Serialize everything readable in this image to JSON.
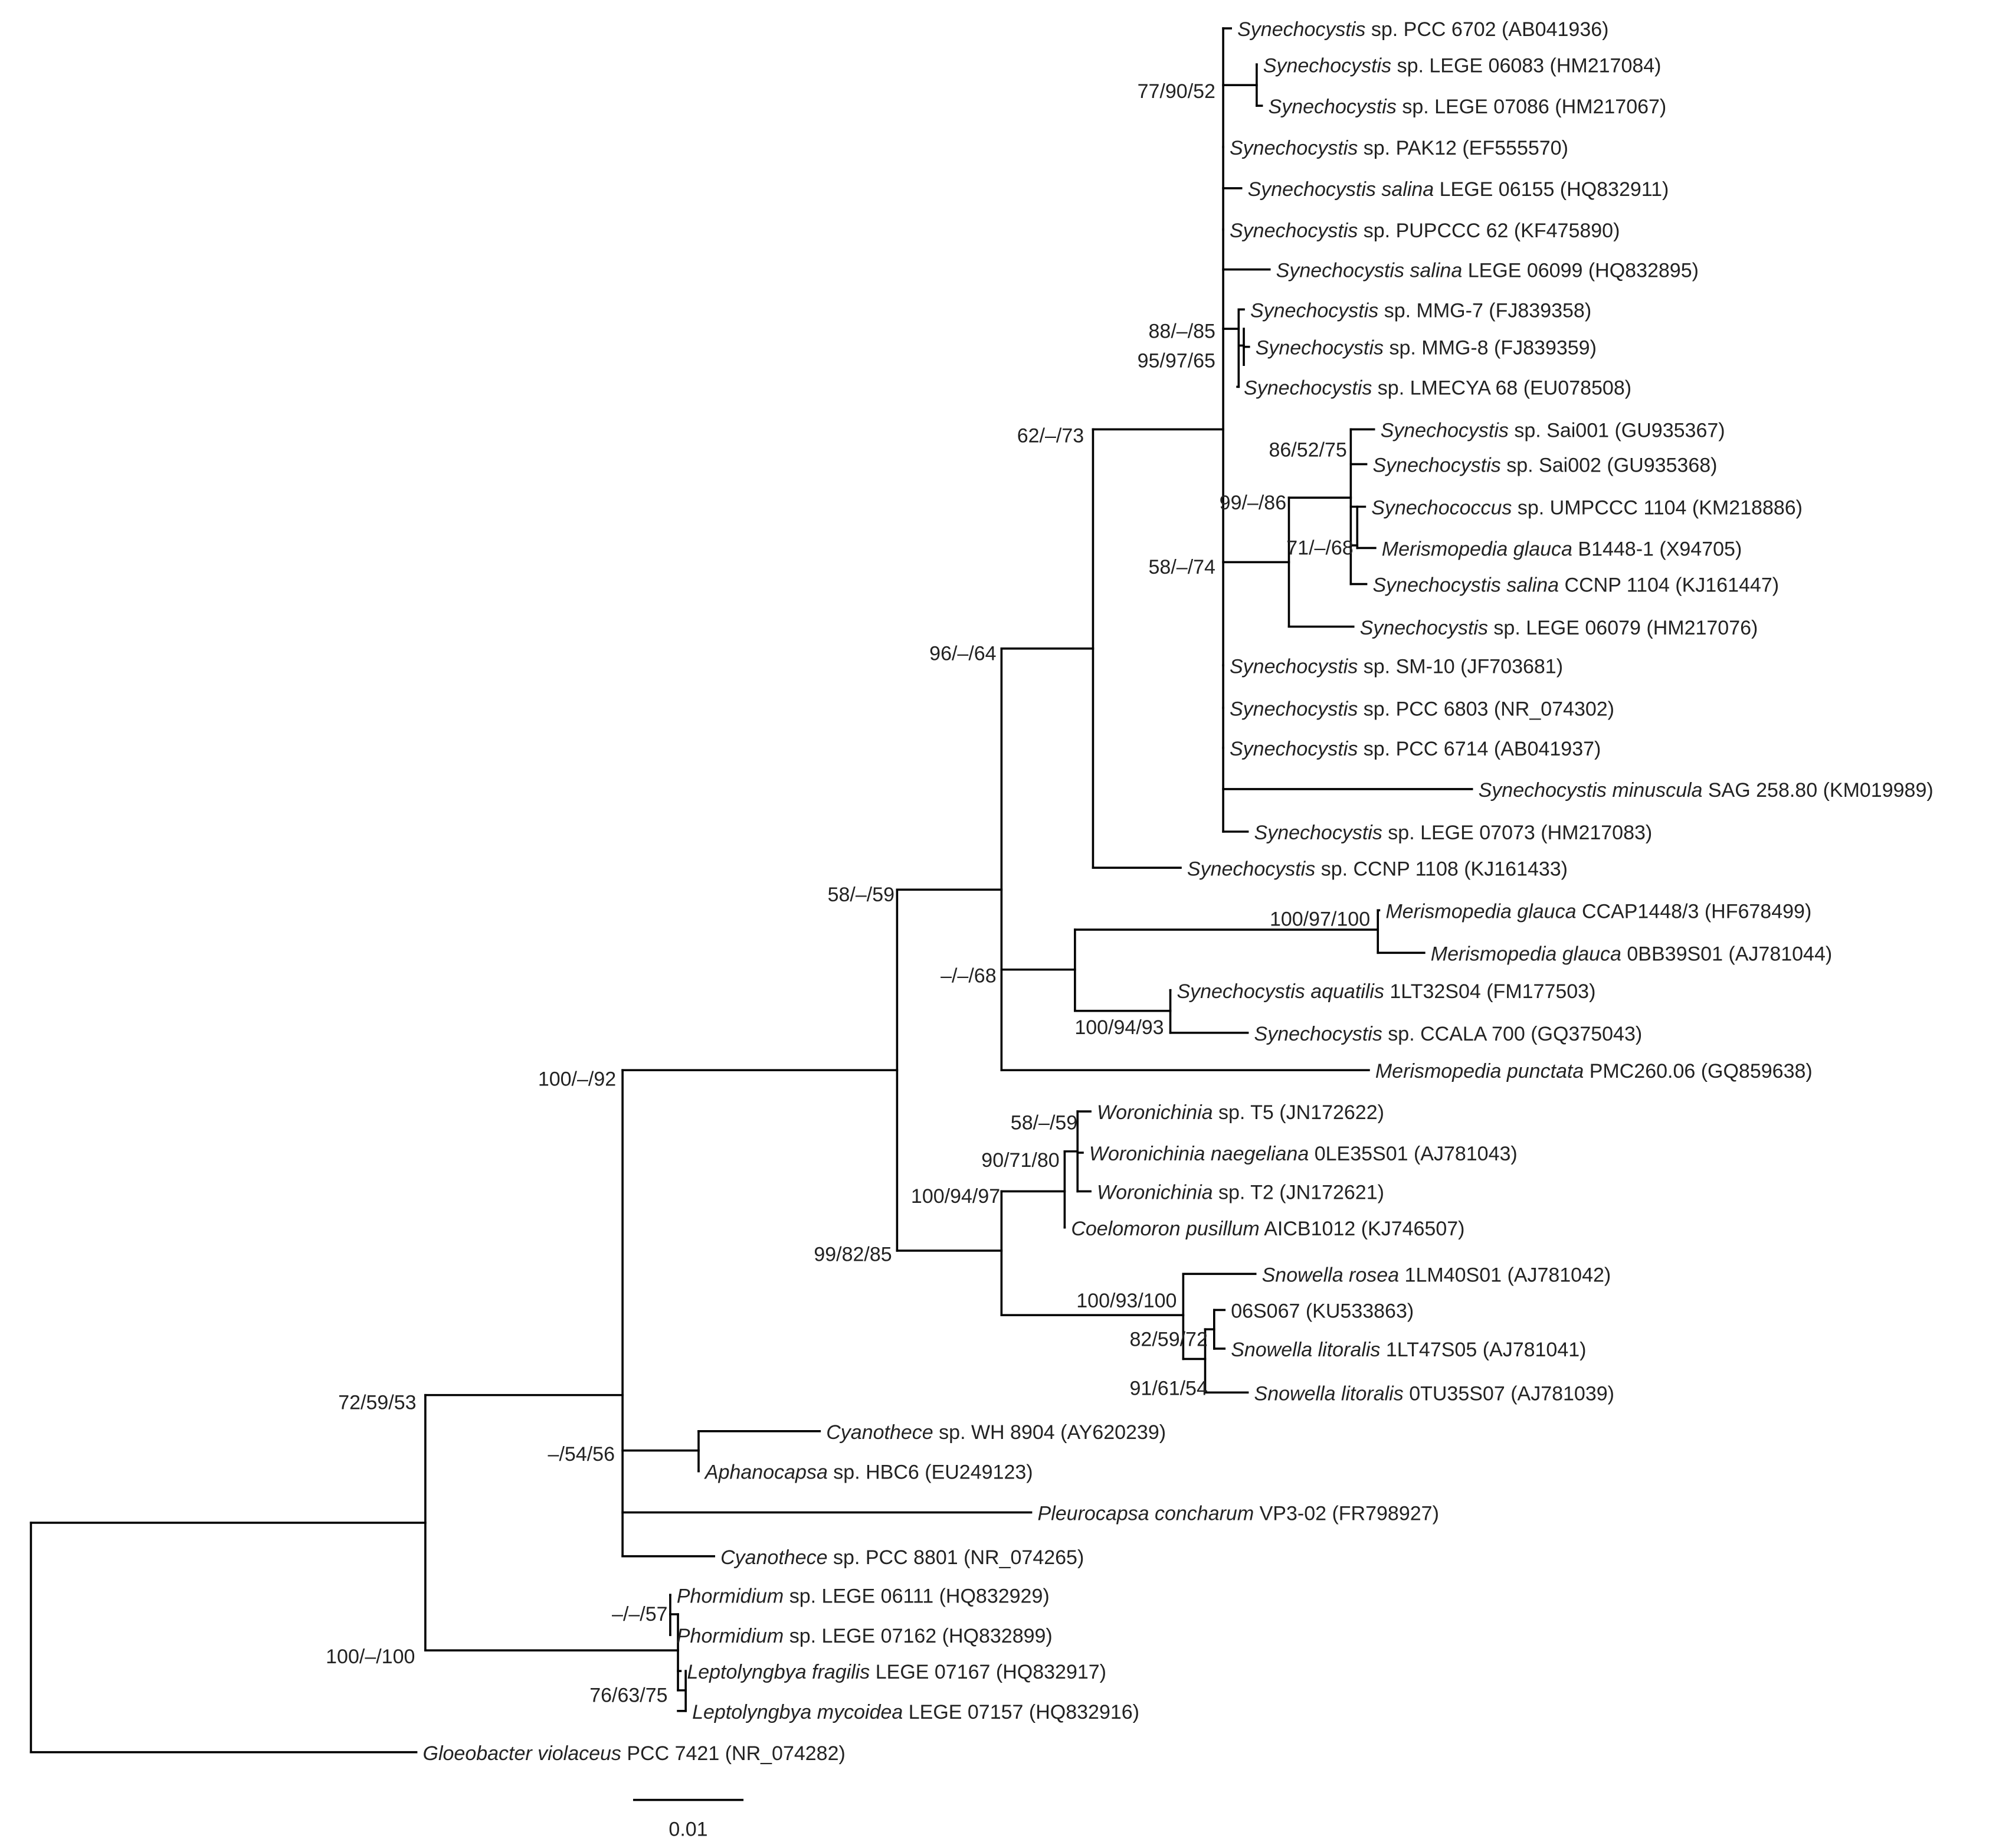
{
  "tree": {
    "scale_bar_label": "0.01",
    "supports": [
      {
        "id": "s_syn_top",
        "text": "77/90/52"
      },
      {
        "id": "s_mmg_a",
        "text": "88/–/85"
      },
      {
        "id": "s_mmg_b",
        "text": "95/97/65"
      },
      {
        "id": "s_62",
        "text": "62/–/73"
      },
      {
        "id": "s_sai",
        "text": "86/52/75"
      },
      {
        "id": "s_99",
        "text": "99/–/86"
      },
      {
        "id": "s_71",
        "text": "71/–/68"
      },
      {
        "id": "s_58a",
        "text": "58/–/74"
      },
      {
        "id": "s_96",
        "text": "96/–/64"
      },
      {
        "id": "s_58b",
        "text": "58/–/59"
      },
      {
        "id": "s_meris",
        "text": "100/97/100"
      },
      {
        "id": "s_dash68",
        "text": "–/–/68"
      },
      {
        "id": "s_aquat",
        "text": "100/94/93"
      },
      {
        "id": "s_100_92",
        "text": "100/–/92"
      },
      {
        "id": "s_woro",
        "text": "58/–/59"
      },
      {
        "id": "s_90",
        "text": "90/71/80"
      },
      {
        "id": "s_100_94",
        "text": "100/94/97"
      },
      {
        "id": "s_99_82",
        "text": "99/82/85"
      },
      {
        "id": "s_snow",
        "text": "100/93/100"
      },
      {
        "id": "s_82",
        "text": "82/59/72"
      },
      {
        "id": "s_91",
        "text": "91/61/54"
      },
      {
        "id": "s_72",
        "text": "72/59/53"
      },
      {
        "id": "s_54",
        "text": "–/54/56"
      },
      {
        "id": "s_phorm",
        "text": "–/–/57"
      },
      {
        "id": "s_100_100",
        "text": "100/–/100"
      },
      {
        "id": "s_76",
        "text": "76/63/75"
      }
    ],
    "taxa": [
      {
        "italic": "Synechocystis",
        "rest": "sp. PCC 6702 (AB041936)"
      },
      {
        "italic": "Synechocystis",
        "rest": "sp. LEGE 06083 (HM217084)"
      },
      {
        "italic": "Synechocystis",
        "rest": "sp. LEGE 07086 (HM217067)"
      },
      {
        "italic": "Synechocystis",
        "rest": "sp. PAK12 (EF555570)"
      },
      {
        "italic": "Synechocystis salina",
        "rest": "LEGE 06155 (HQ832911)"
      },
      {
        "italic": "Synechocystis",
        "rest": "sp. PUPCCC 62 (KF475890)"
      },
      {
        "italic": "Synechocystis salina",
        "rest": "LEGE 06099 (HQ832895)"
      },
      {
        "italic": "Synechocystis",
        "rest": "sp. MMG-7 (FJ839358)"
      },
      {
        "italic": "Synechocystis",
        "rest": "sp. MMG-8 (FJ839359)"
      },
      {
        "italic": "Synechocystis",
        "rest": "sp. LMECYA 68 (EU078508)"
      },
      {
        "italic": "Synechocystis",
        "rest": "sp. Sai001 (GU935367)"
      },
      {
        "italic": "Synechocystis",
        "rest": "sp. Sai002 (GU935368)"
      },
      {
        "italic": "Synechococcus",
        "rest": "sp. UMPCCC 1104 (KM218886)"
      },
      {
        "italic": "Merismopedia glauca",
        "rest": "B1448-1 (X94705)"
      },
      {
        "italic": "Synechocystis salina",
        "rest": "CCNP 1104 (KJ161447)"
      },
      {
        "italic": "Synechocystis",
        "rest": "sp. LEGE 06079 (HM217076)"
      },
      {
        "italic": "Synechocystis",
        "rest": "sp. SM-10 (JF703681)"
      },
      {
        "italic": "Synechocystis",
        "rest": "sp. PCC 6803 (NR_074302)"
      },
      {
        "italic": "Synechocystis",
        "rest": "sp. PCC 6714 (AB041937)"
      },
      {
        "italic": "Synechocystis minuscula",
        "rest": "SAG 258.80 (KM019989)"
      },
      {
        "italic": "Synechocystis",
        "rest": "sp. LEGE 07073 (HM217083)"
      },
      {
        "italic": "Synechocystis",
        "rest": "sp. CCNP 1108 (KJ161433)"
      },
      {
        "italic": "Merismopedia glauca",
        "rest": "CCAP1448/3 (HF678499)"
      },
      {
        "italic": "Merismopedia glauca",
        "rest": "0BB39S01 (AJ781044)"
      },
      {
        "italic": "Synechocystis aquatilis",
        "rest": "1LT32S04 (FM177503)"
      },
      {
        "italic": "Synechocystis",
        "rest": "sp. CCALA 700 (GQ375043)"
      },
      {
        "italic": "Merismopedia punctata",
        "rest": "PMC260.06 (GQ859638)"
      },
      {
        "italic": "Woronichinia",
        "rest": "sp. T5 (JN172622)"
      },
      {
        "italic": "Woronichinia naegeliana",
        "rest": "0LE35S01 (AJ781043)"
      },
      {
        "italic": "Woronichinia",
        "rest": "sp. T2 (JN172621)"
      },
      {
        "italic": "Coelomoron pusillum",
        "rest": "AICB1012 (KJ746507)"
      },
      {
        "italic": "Snowella rosea",
        "rest": "1LM40S01 (AJ781042)"
      },
      {
        "italic": "",
        "rest": "",
        "bold": "06S067 (KU533863)"
      },
      {
        "italic": "Snowella litoralis",
        "rest": "1LT47S05 (AJ781041)"
      },
      {
        "italic": "Snowella litoralis",
        "rest": "0TU35S07 (AJ781039)"
      },
      {
        "italic": "Cyanothece",
        "rest": "sp. WH 8904 (AY620239)"
      },
      {
        "italic": "Aphanocapsa",
        "rest": "sp. HBC6 (EU249123)"
      },
      {
        "italic": "Pleurocapsa concharum",
        "rest": "VP3-02 (FR798927)"
      },
      {
        "italic": "Cyanothece",
        "rest": "sp. PCC 8801 (NR_074265)"
      },
      {
        "italic": "Phormidium",
        "rest": "sp. LEGE 06111 (HQ832929)"
      },
      {
        "italic": "Phormidium",
        "rest": "sp. LEGE 07162 (HQ832899)"
      },
      {
        "italic": "Leptolyngbya fragilis",
        "rest": "LEGE 07167 (HQ832917)"
      },
      {
        "italic": "Leptolyngbya mycoidea",
        "rest": "LEGE 07157 (HQ832916)"
      },
      {
        "italic": "Gloeobacter violaceus",
        "rest": "PCC 7421 (NR_074282)"
      }
    ]
  }
}
